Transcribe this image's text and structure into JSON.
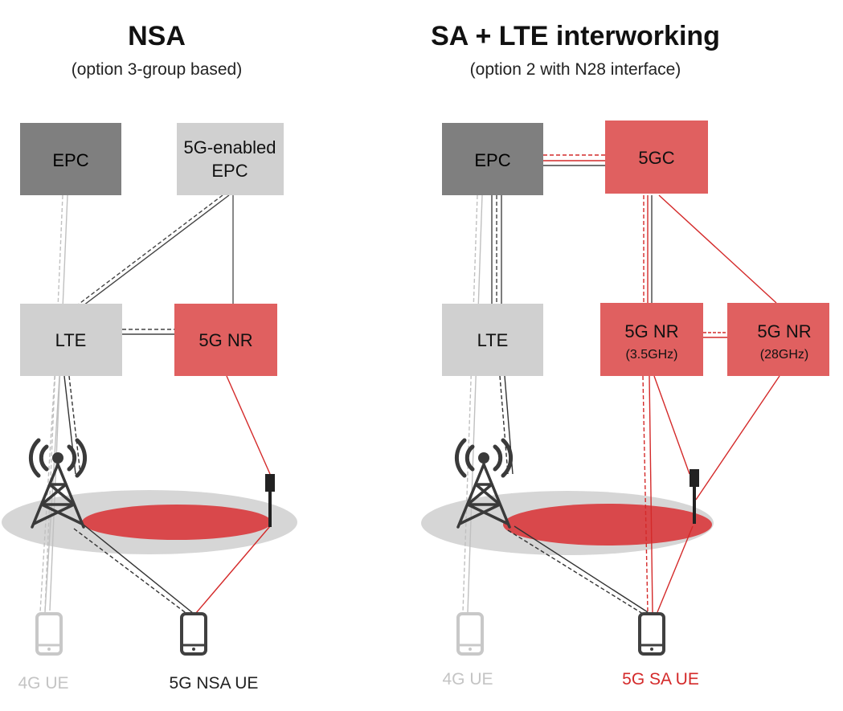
{
  "colors": {
    "epc_dark": "#7f7f7f",
    "box_light": "#d0d0d0",
    "red": "#e06060",
    "line_red": "#d42a2a",
    "coverage_gray": "#d6d6d6",
    "coverage_red": "#d9484b",
    "ue_gray": "#c8c8c8",
    "ue_dark": "#404040"
  },
  "nsa": {
    "title": "NSA",
    "subtitle": "(option 3-group based)",
    "epc": "EPC",
    "epc5g_line1": "5G-enabled",
    "epc5g_line2": "EPC",
    "lte": "LTE",
    "nr": "5G NR",
    "ue4g": "4G UE",
    "ue5g": "5G NSA UE"
  },
  "sa": {
    "title": "SA + LTE interworking",
    "subtitle": "(option 2 with N28 interface)",
    "epc": "EPC",
    "core5g": "5GC",
    "lte": "LTE",
    "nr1_line1": "5G NR",
    "nr1_line2": "(3.5GHz)",
    "nr2_line1": "5G NR",
    "nr2_line2": "(28GHz)",
    "ue4g": "4G UE",
    "ue5g": "5G SA UE"
  },
  "icons": [
    "cell-tower-icon",
    "small-cell-antenna-icon",
    "smartphone-icon"
  ]
}
